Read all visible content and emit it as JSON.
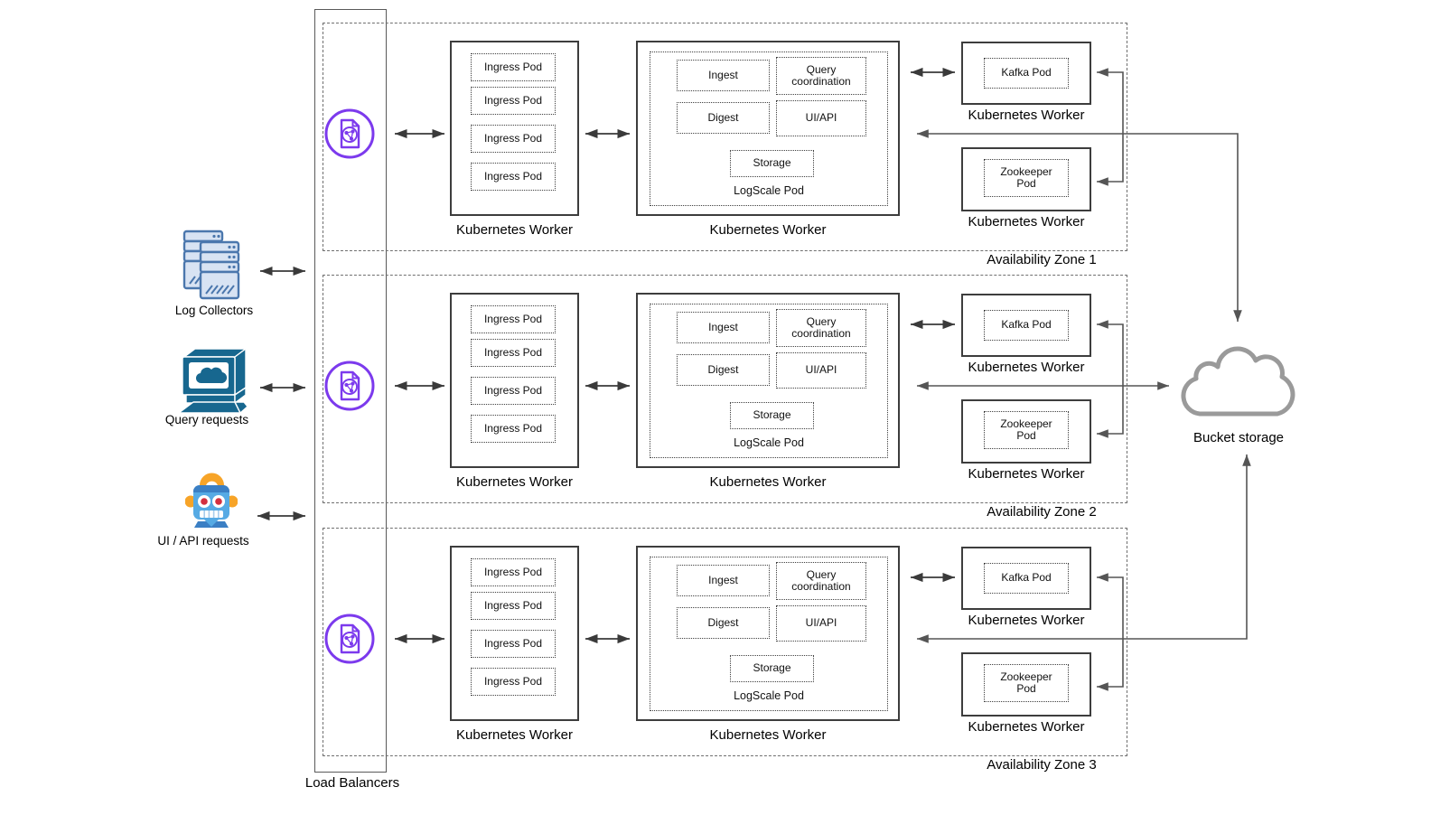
{
  "actors": [
    {
      "label": "Log Collectors",
      "icon": "server-stack-icon"
    },
    {
      "label": "Query requests",
      "icon": "query-terminal-icon"
    },
    {
      "label": "UI / API requests",
      "icon": "robot-icon"
    }
  ],
  "load_balancers": {
    "label": "Load Balancers",
    "icon": "load-balancer-icon",
    "instances": 3
  },
  "zones": [
    {
      "label": "Availability Zone 1",
      "ingress_worker": {
        "label": "Kubernetes Worker",
        "pods": [
          "Ingress Pod",
          "Ingress Pod",
          "Ingress Pod",
          "Ingress Pod"
        ]
      },
      "logscale_worker": {
        "label": "Kubernetes Worker",
        "pod": {
          "label": "LogScale Pod",
          "components": [
            "Ingest",
            "Query coordination",
            "Digest",
            "UI/API",
            "Storage"
          ]
        }
      },
      "kafka_worker": {
        "label": "Kubernetes Worker",
        "pod_label": "Kafka Pod"
      },
      "zookeeper_worker": {
        "label": "Kubernetes Worker",
        "pod_label": "Zookeeper Pod"
      }
    },
    {
      "label": "Availability Zone 2",
      "ingress_worker": {
        "label": "Kubernetes Worker",
        "pods": [
          "Ingress Pod",
          "Ingress Pod",
          "Ingress Pod",
          "Ingress Pod"
        ]
      },
      "logscale_worker": {
        "label": "Kubernetes Worker",
        "pod": {
          "label": "LogScale Pod",
          "components": [
            "Ingest",
            "Query coordination",
            "Digest",
            "UI/API",
            "Storage"
          ]
        }
      },
      "kafka_worker": {
        "label": "Kubernetes Worker",
        "pod_label": "Kafka Pod"
      },
      "zookeeper_worker": {
        "label": "Kubernetes Worker",
        "pod_label": "Zookeeper Pod"
      }
    },
    {
      "label": "Availability Zone 3",
      "ingress_worker": {
        "label": "Kubernetes Worker",
        "pods": [
          "Ingress Pod",
          "Ingress Pod",
          "Ingress Pod",
          "Ingress Pod"
        ]
      },
      "logscale_worker": {
        "label": "Kubernetes Worker",
        "pod": {
          "label": "LogScale Pod",
          "components": [
            "Ingest",
            "Query coordination",
            "Digest",
            "UI/API",
            "Storage"
          ]
        }
      },
      "kafka_worker": {
        "label": "Kubernetes Worker",
        "pod_label": "Kafka Pod"
      },
      "zookeeper_worker": {
        "label": "Kubernetes Worker",
        "pod_label": "Zookeeper Pod"
      }
    }
  ],
  "bucket_storage": {
    "label": "Bucket storage",
    "icon": "cloud-icon"
  },
  "colors": {
    "accent_purple": "#7c3aed",
    "server_blue": "#4b77ad",
    "terminal_teal": "#17678f",
    "robot_blue": "#56aae4",
    "robot_orange": "#f7a428",
    "cloud_gray": "#9a9a9a",
    "arrow_dark": "#3a3a3a",
    "arrow_gray": "#5d5d5d"
  }
}
